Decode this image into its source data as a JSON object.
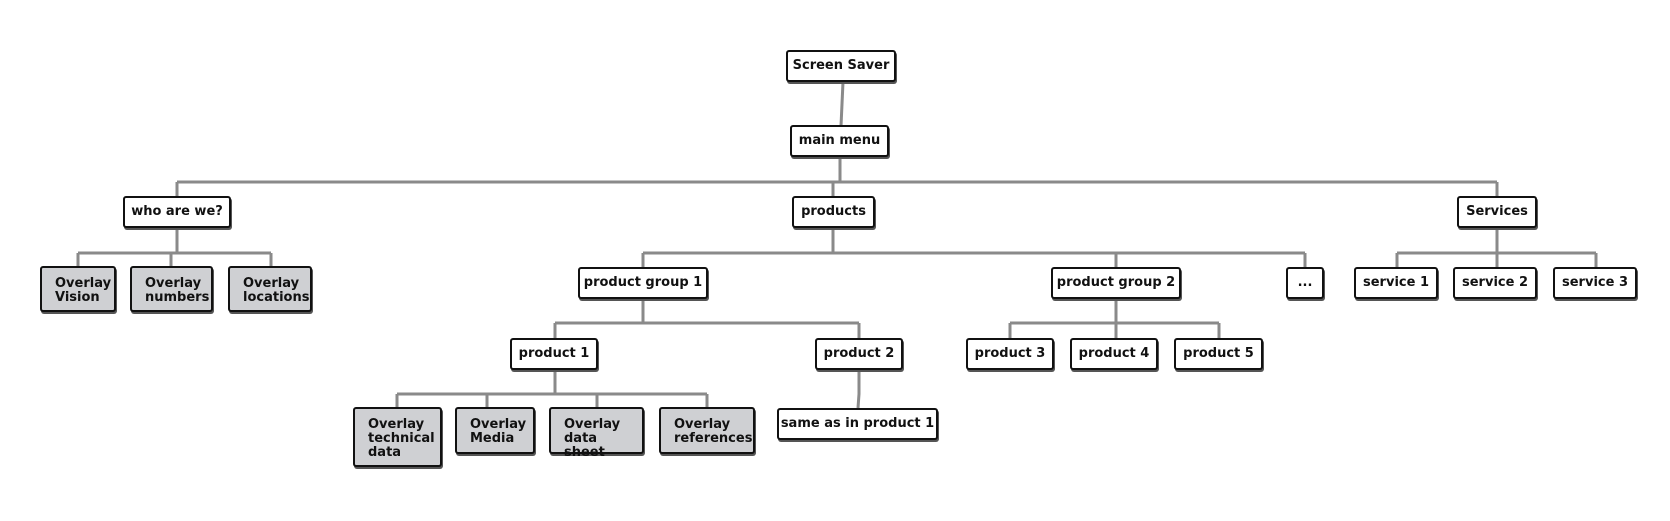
{
  "nodes": {
    "screen_saver": "Screen Saver",
    "main_menu": "main menu",
    "who_are_we": "who are we?",
    "products": "products",
    "services": "Services",
    "overlay_vision": "Overlay\nVision",
    "overlay_numbers": "Overlay\nnumbers",
    "overlay_locations": "Overlay\nlocations",
    "product_group_1": "product group 1",
    "product_group_2": "product group 2",
    "more": "...",
    "service_1": "service 1",
    "service_2": "service 2",
    "service_3": "service 3",
    "product_1": "product 1",
    "product_2": "product 2",
    "product_3": "product 3",
    "product_4": "product 4",
    "product_5": "product 5",
    "overlay_technical_data": "Overlay\ntechnical\ndata",
    "overlay_media": "Overlay\nMedia",
    "overlay_data_sheet": "Overlay\ndata sheet",
    "overlay_references": "Overlay\nreferences",
    "same_as_product_1": "same as in product 1"
  },
  "colors": {
    "connector": "#8a8a8a",
    "overlay_fill": "#cfd0d3",
    "border": "#111111"
  }
}
